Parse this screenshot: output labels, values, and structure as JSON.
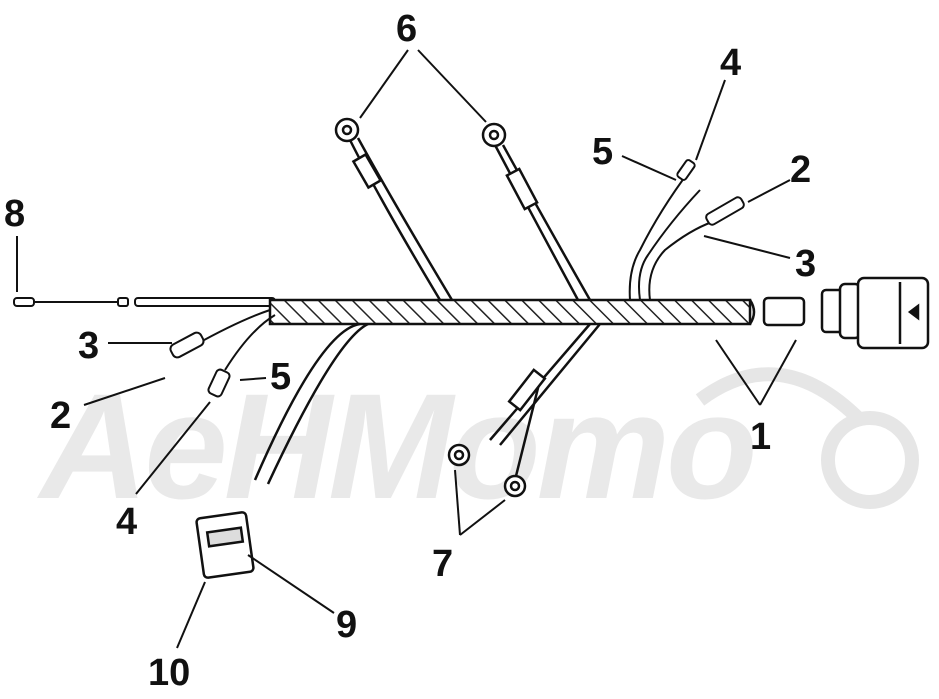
{
  "diagram": {
    "watermark_text": "AeHMomo",
    "callouts": [
      {
        "id": "8",
        "label": "8"
      },
      {
        "id": "6",
        "label": "6"
      },
      {
        "id": "4-top",
        "label": "4"
      },
      {
        "id": "5-top",
        "label": "5"
      },
      {
        "id": "2-top",
        "label": "2"
      },
      {
        "id": "3-right",
        "label": "3"
      },
      {
        "id": "3-left",
        "label": "3"
      },
      {
        "id": "5-left",
        "label": "5"
      },
      {
        "id": "2-left",
        "label": "2"
      },
      {
        "id": "4-bottom",
        "label": "4"
      },
      {
        "id": "1",
        "label": "1"
      },
      {
        "id": "7",
        "label": "7"
      },
      {
        "id": "9",
        "label": "9"
      },
      {
        "id": "10",
        "label": "10"
      }
    ]
  }
}
